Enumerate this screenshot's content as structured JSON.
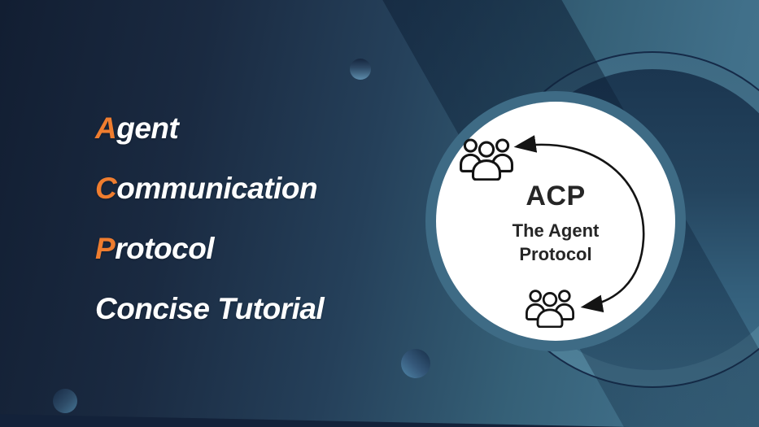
{
  "colors": {
    "accent_orange": "#ef7d2f",
    "title_white": "#ffffff",
    "badge_ring": "#3e6b85",
    "icon_stroke": "#141414",
    "bg_dark_navy": "#121e32",
    "bg_steel_teal": "#45768f"
  },
  "title": {
    "lines": [
      {
        "prefix": "A",
        "rest": "gent"
      },
      {
        "prefix": "C",
        "rest": "ommunication"
      },
      {
        "prefix": "P",
        "rest": "rotocol"
      },
      {
        "prefix": "",
        "rest": "Concise Tutorial"
      }
    ]
  },
  "badge": {
    "acronym": "ACP",
    "subtitle_line1": "The Agent",
    "subtitle_line2": "Protocol",
    "icons": [
      "user-group-icon",
      "user-group-icon"
    ],
    "arrow": "cycle-arc-arrow with heads at both ends"
  }
}
